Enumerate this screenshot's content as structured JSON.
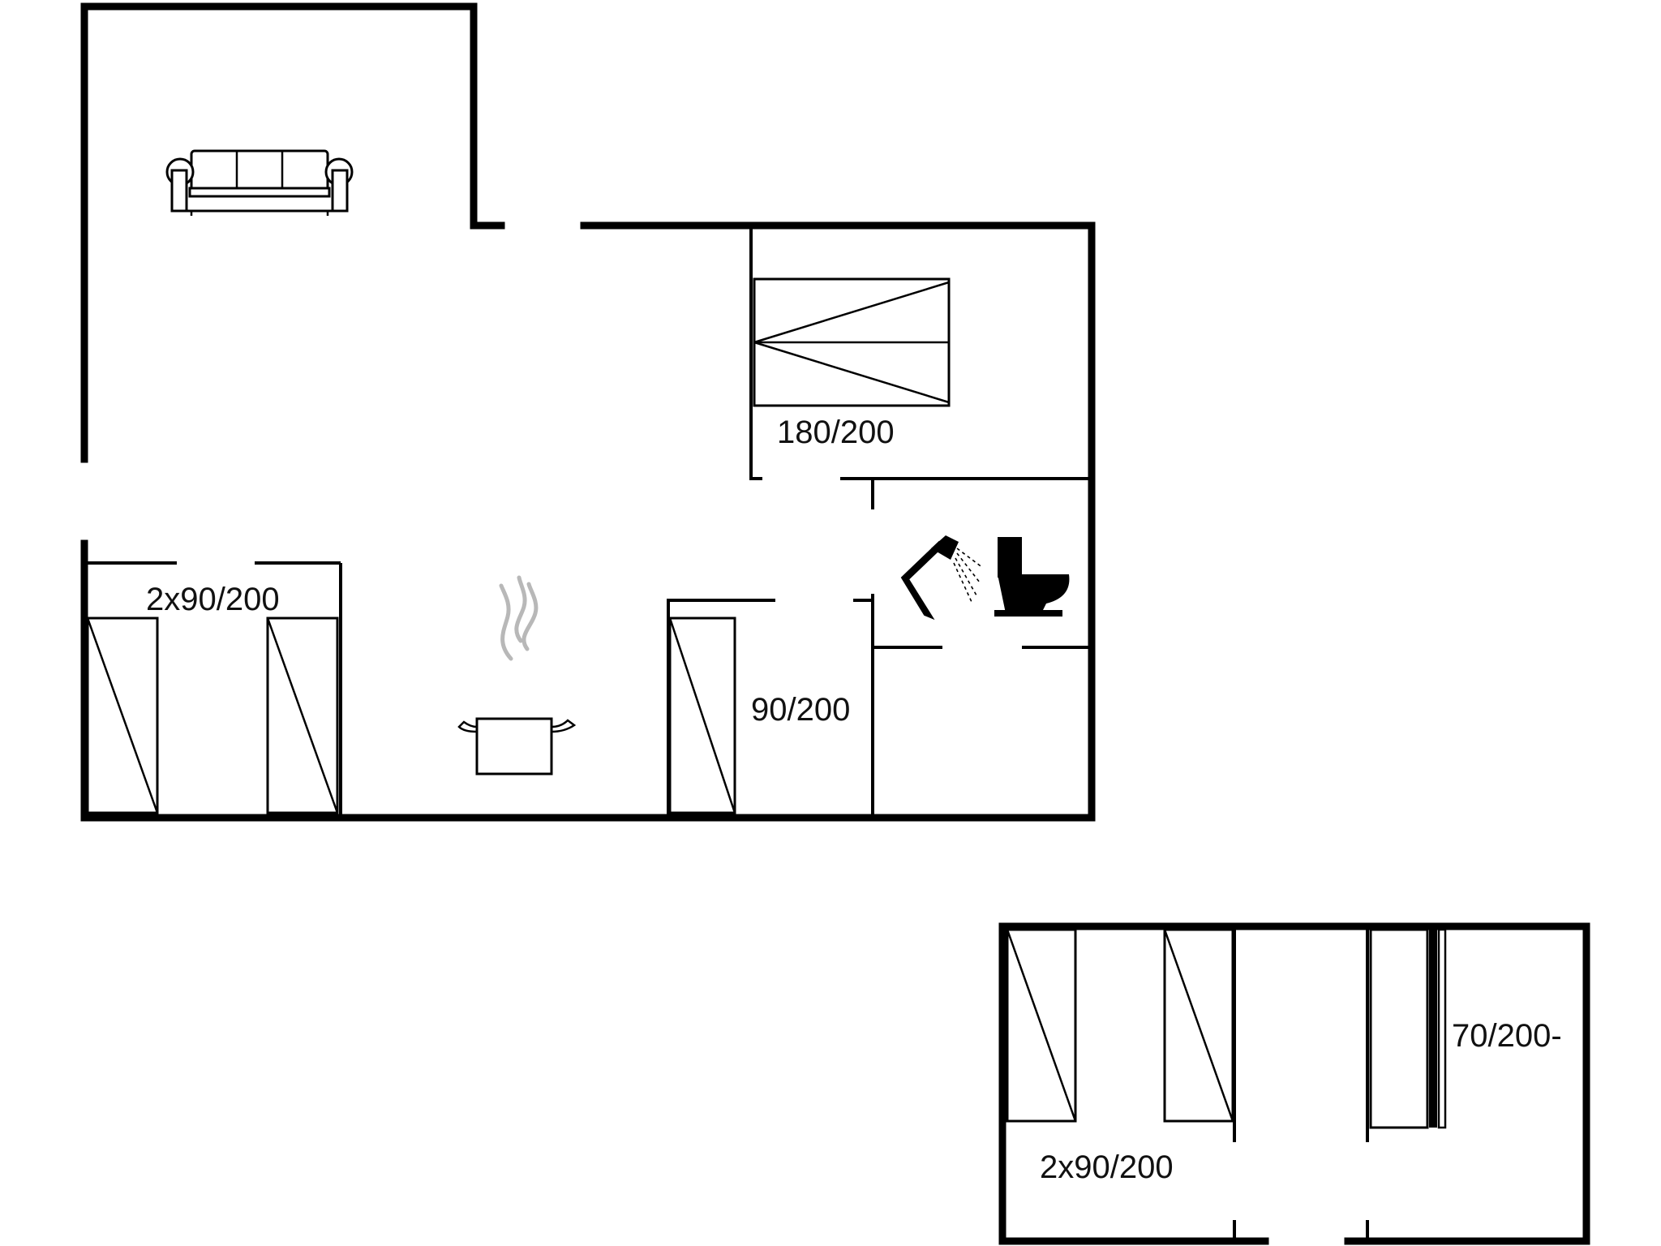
{
  "labels": {
    "master_bed": "180/200",
    "twin_beds_left": "2x90/200",
    "single_bed": "90/200",
    "annex_beds": "2x90/200",
    "annex_single": "70/200-"
  },
  "icons": [
    "sofa-icon",
    "double-bed-icon",
    "single-bed-icon",
    "shower-icon",
    "toilet-icon",
    "cooking-pot-icon"
  ],
  "colors": {
    "walls": "#000000",
    "steam": "#b8b8b8",
    "background": "#ffffff"
  }
}
